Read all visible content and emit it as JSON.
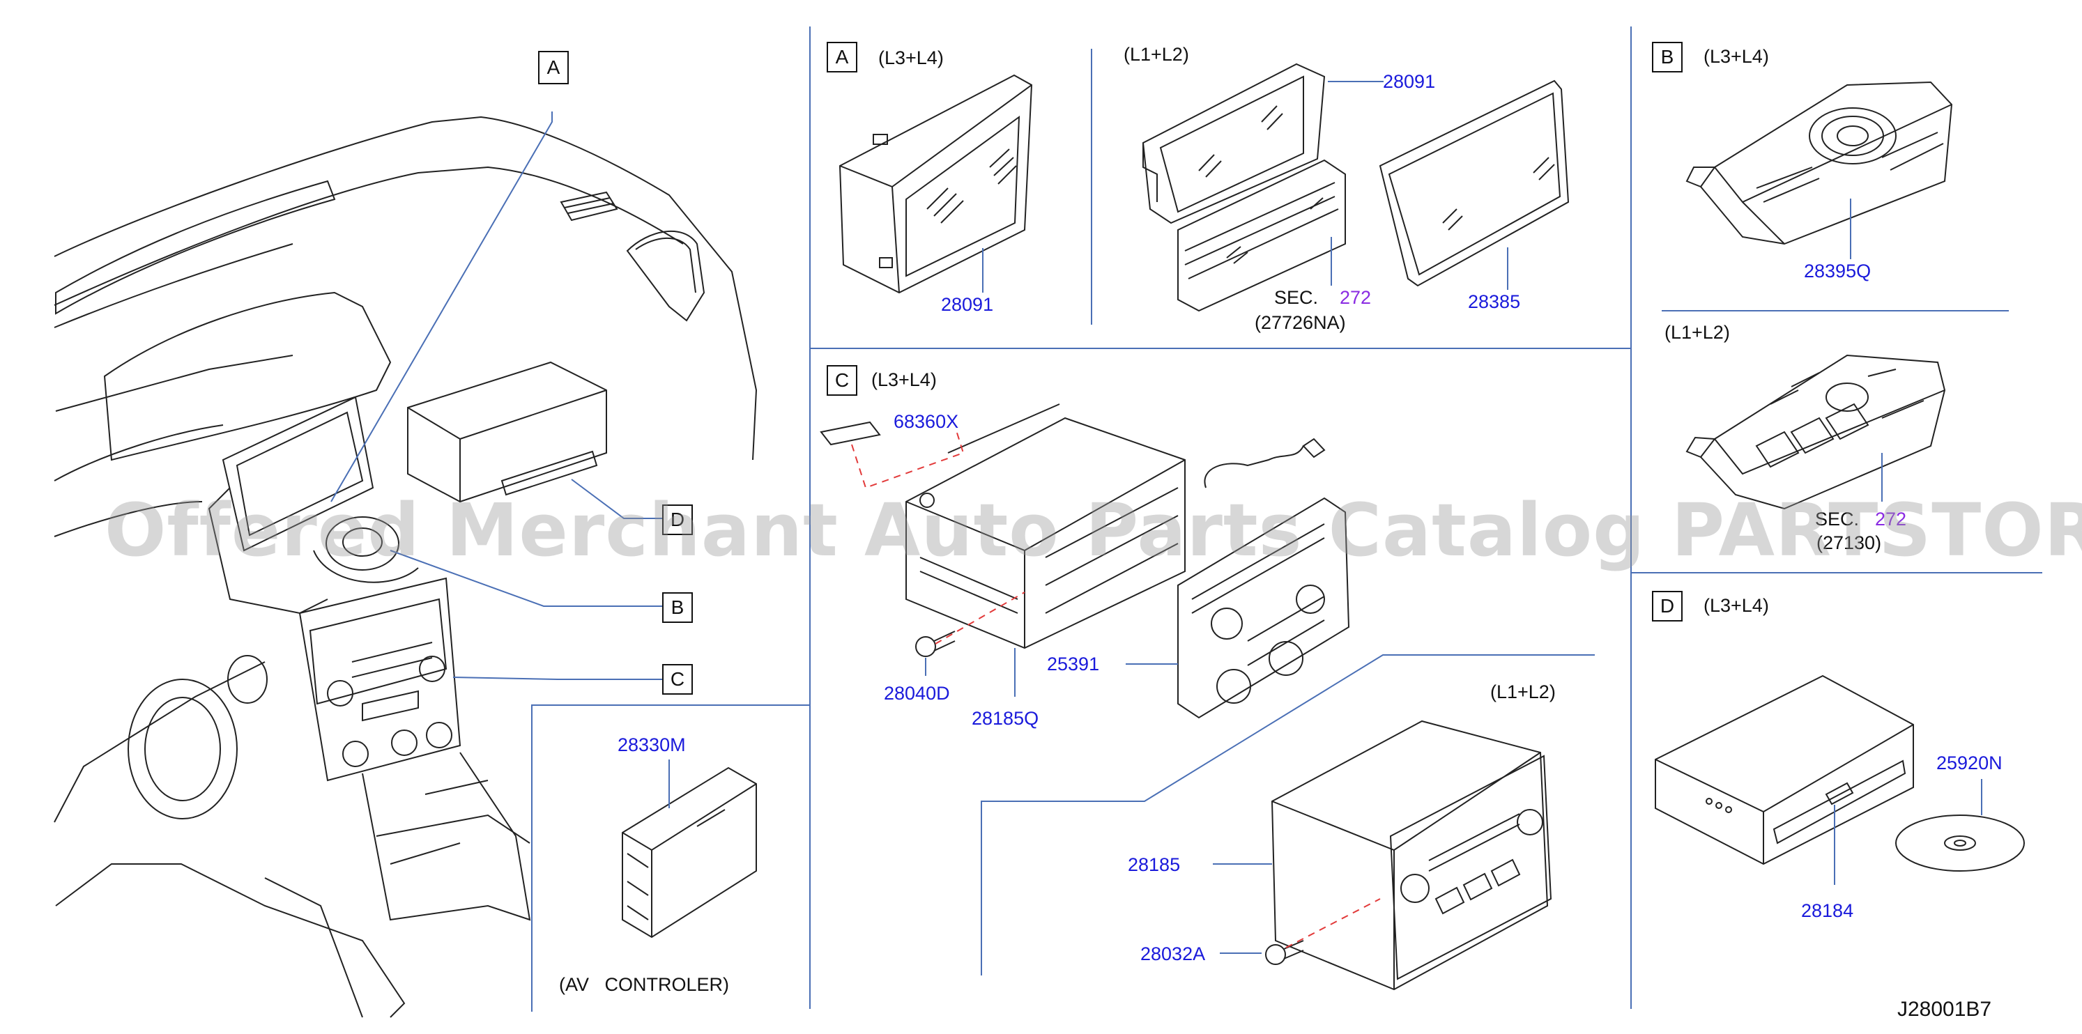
{
  "diagram": {
    "callouts": [
      {
        "letter": "A"
      },
      {
        "letter": "B"
      },
      {
        "letter": "C"
      },
      {
        "letter": "D"
      }
    ],
    "panels": {
      "A": {
        "letter": "A",
        "variant_left": "(L3+L4)",
        "variant_right": "(L1+L2)"
      },
      "B": {
        "letter": "B",
        "variant_top": "(L3+L4)",
        "variant_bottom": "(L1+L2)"
      },
      "C": {
        "letter": "C",
        "variant_top": "(L3+L4)",
        "variant_bottom": "(L1+L2)"
      },
      "D": {
        "letter": "D",
        "variant": "(L3+L4)"
      }
    },
    "parts": {
      "p28091_left": "28091",
      "p28091_right": "28091",
      "p28385": "28385",
      "sec272_label": "SEC.",
      "sec272_num": "272",
      "sec272_ref": "(27726NA)",
      "p28395Q": "28395Q",
      "sec272_b_label": "SEC.",
      "sec272_b_num": "272",
      "sec272_b_ref": "(27130)",
      "p68360X": "68360X",
      "p25391": "25391",
      "p28040D": "28040D",
      "p28185Q": "28185Q",
      "p28185": "28185",
      "p28032A": "28032A",
      "p28330M": "28330M",
      "av_controller": "(AV   CONTROLER)",
      "p25920N": "25920N",
      "p28184": "28184"
    },
    "diagram_code": "J28001B7",
    "watermark": "Offered Merchant Auto Parts Catalog PARTSTORE SA"
  }
}
